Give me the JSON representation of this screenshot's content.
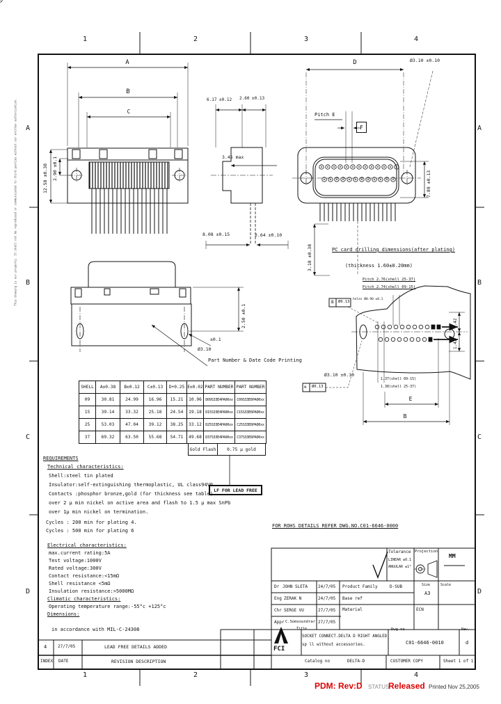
{
  "sheet": {
    "zones_top": [
      "1",
      "2",
      "3",
      "4"
    ],
    "zones_bottom": [
      "1",
      "2",
      "3",
      "4"
    ],
    "zones_left": [
      "A",
      "B",
      "C",
      "D"
    ],
    "zones_right": [
      "A",
      "B",
      "C",
      "D"
    ],
    "legal_notice": "This drawing is our property. It shall not be reproduced or communicated to third parties without our written authorization."
  },
  "views": {
    "front": {
      "dim_a": "A",
      "dim_b": "B",
      "dim_c": "C",
      "height1": "12.58 ±0.38",
      "height2": "2.90 ±0.1"
    },
    "side": {
      "w1": "6.17 ±0.12",
      "w2": "2.60 ±0.13",
      "max": "3.45 max",
      "d1": "8.08 ±0.15",
      "d2": "2.64 ±0.10"
    },
    "rear": {
      "dim_d": "D",
      "hole": "Ø3.10 ±0.10",
      "pitch": "Pitch E",
      "f": "F",
      "height": "7.89 ±0.13",
      "tail": "3.18 ±0.38",
      "note1": "PC card drilling dimensions(after plating)",
      "note2": "(thickness 1.60±0.20mm)"
    },
    "bottom": {
      "height": "2.50 ±0.1",
      "hole_tol": "±0.1",
      "hole": "Ø3.10",
      "note": "Part Number & Date Code Printing"
    },
    "drill": {
      "pitch1": "Pitch 2.76(shell 25-37)",
      "pitch2": "Pitch 2.74(shell 09-15)",
      "holes_note": "holes Ø0.90 ±0.1",
      "frame1_datum": "B",
      "frame1_tol": "Ø0.13",
      "frame2_sym": "⊕",
      "frame2_tol": "Ø0.13",
      "hole": "Ø3.10 ±0.10",
      "n1": "1.37(shell 09-15)",
      "n2": "1.38(shell 25-37)",
      "off1": "1.42",
      "off2": "1.42",
      "dim_e": "E",
      "dim_b": "B"
    }
  },
  "table": {
    "headers": [
      "SHELL",
      "A±0.38",
      "B±0.12",
      "C±0.13",
      "D+0.25",
      "E±0.02",
      "PART NUMBER",
      "PART NUMBER"
    ],
    "rows": [
      [
        "09",
        "30.81",
        "24.99",
        "16.96",
        "15.21",
        "10.96",
        "D09S33E4PA00xx",
        "C09S33E6PA00xx"
      ],
      [
        "15",
        "39.14",
        "33.32",
        "25.18",
        "24.54",
        "19.18",
        "D15S33E4PA00xx",
        "C15S33E6PA00xx"
      ],
      [
        "25",
        "53.03",
        "47.04",
        "39.12",
        "38.25",
        "33.12",
        "D25S33E4PA00xx",
        "C25S33E6PA00xx"
      ],
      [
        "37",
        "69.32",
        "63.50",
        "55.68",
        "54.71",
        "49.68",
        "D37S33E4PA00xx",
        "C37S33E6PA00xx"
      ]
    ],
    "plating": [
      "Gold Flash",
      "0.75 µ gold"
    ]
  },
  "lead_free_box": "LF FOR LEAD FREE",
  "rohs_note": "FOR ROHS DETAILS REFER DWG.NO.C01-6646-0000",
  "requirements": {
    "lines": [
      "REQUIREMENTS",
      "Technical characteristics:",
      "Shell:steel tin plated",
      "Insulator:self-extinguishing  thermoplastic, UL class94V0",
      "Contacts :phosphor bronze,gold  (for thickness see table)",
      "over 2 µ min nickel on active area and flash to 1.5 µ max SnPb",
      "over 1µ min  nickel on termination.",
      "Cycles : 200 min for plating 4.",
      "Cycles : 500 min for plating 6",
      "Electrical characteristics:",
      "max.current rating:5A",
      "Test voltage:1000V",
      "Rated voltage:300V",
      "Contact resistance:<15mΩ",
      "Shell resistance <5mΩ",
      "Insulation resistance:>5000MΩ",
      "Climatic characteristics:",
      "Operating temperature range:-55°c +125°c",
      "Dimensions:",
      "in accordance with MIL-C-24308"
    ]
  },
  "title_block": {
    "tolerance": {
      "label": "Tolerance",
      "linear": "LINEAR ±0.1",
      "angular": "ANGULAR ±1°"
    },
    "projection_label": "Projection",
    "units": "MM",
    "rows": [
      {
        "role": "Dr",
        "name": "JOHN SLETA",
        "date": "24/7/05"
      },
      {
        "role": "Eng",
        "name": "ZERAK N",
        "date": "24/7/05"
      },
      {
        "role": "Chr",
        "name": "SERGE VU",
        "date": "27/7/05"
      },
      {
        "role": "Appr",
        "name": "C.Somsoundrar",
        "date": "27/7/05"
      }
    ],
    "product_family_label": "Product Family",
    "product_family": "D-SUB",
    "base_ref_label": "Base ref",
    "material_label": "Material",
    "ecn_label": "ECN",
    "size_label": "Size",
    "size": "A3",
    "scale_label": "Scale",
    "logo_text": "FCI",
    "title_label": "Title",
    "title1": "SOCKET CONNECT.DELTA D RIGHT ANGLED",
    "title2": "sp ll without accessories.",
    "dwg_label": "Dwg no",
    "dwg_no": "C01-6646-0010",
    "rev_label": "Rev.",
    "rev": "d",
    "catalog_label": "Catalog no",
    "catalog": "DELTA-D",
    "copy": "CUSTOMER COPY",
    "sheet": "Sheet 1 of 1"
  },
  "revision_table": {
    "entry": {
      "index": "4",
      "date": "27/7/05",
      "desc": "LEAD FREE DETAILS ADDED"
    },
    "headers": {
      "index": "INDEX",
      "date": "DATE",
      "desc": "REVISION DESCRIPTION"
    }
  },
  "status_bar": {
    "pdm": "PDM: Rev:D",
    "status_label": "STATUS:",
    "status_value": "Released",
    "printed": "Printed Nov 25,2005"
  },
  "colors": {
    "ink": "#111111",
    "status_red": "#dd0000",
    "muted_gray": "#8c8c8c",
    "paper": "#ffffff"
  }
}
